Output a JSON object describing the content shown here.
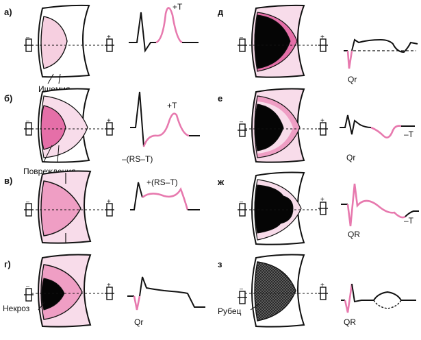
{
  "colors": {
    "ink": "#111111",
    "pink_light": "#f6cfe0",
    "pink_mid": "#ef9ec4",
    "pink_dark": "#e56fa8",
    "ecg_pink": "#e779ae",
    "necrosis": "#050505"
  },
  "panels": [
    {
      "id": "a",
      "letter": "а)",
      "ecg_label": "+T",
      "zone_label": "Ишемия"
    },
    {
      "id": "b",
      "letter": "б)",
      "ecg_label": "+T",
      "ecg_label_2": "–(RS–T)",
      "zone_label": "Повреждения"
    },
    {
      "id": "v",
      "letter": "в)",
      "ecg_label": "+(RS–T)"
    },
    {
      "id": "g",
      "letter": "г)",
      "ecg_label": "Qr",
      "zone_label": "Некроз"
    },
    {
      "id": "d",
      "letter": "д",
      "ecg_label": "Qr"
    },
    {
      "id": "e",
      "letter": "е",
      "ecg_label": "Qr",
      "ecg_label_2": "–T"
    },
    {
      "id": "zh",
      "letter": "ж",
      "ecg_label": "QR",
      "ecg_label_2": "–T"
    },
    {
      "id": "z",
      "letter": "з",
      "ecg_label": "QR",
      "zone_label": "Рубец"
    }
  ],
  "electrode_signs": {
    "negative": "–",
    "positive": "+"
  }
}
